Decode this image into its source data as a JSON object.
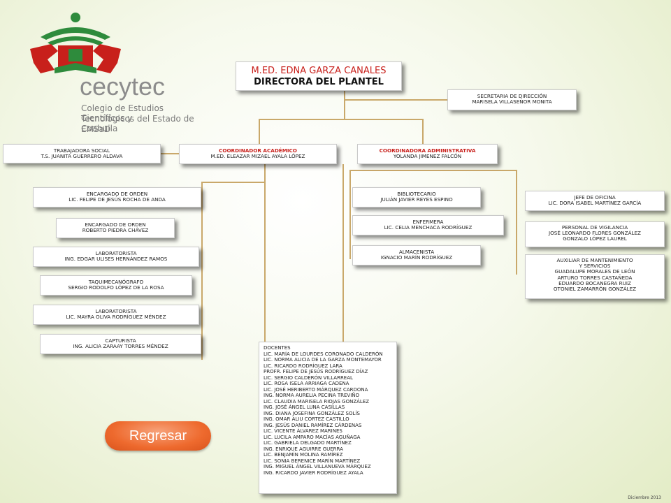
{
  "logo": {
    "brand": "cecytec",
    "line1": "Colegio de Estudios Científicos y",
    "line2": "Tecnológicos del Estado de Coahuila",
    "line3": "EMSaD",
    "colors": {
      "green": "#2e8b3c",
      "red": "#c8201b"
    }
  },
  "director": {
    "name": "M.ED. EDNA GARZA CANALES",
    "role": "DIRECTORA DEL PLANTEL"
  },
  "secretaria": {
    "title": "SECRETARIA DE DIRECCIÓN",
    "name": "MARISELA VILLASEÑOR MONITA"
  },
  "trabajadora": {
    "title": "TRABAJADORA SOCIAL",
    "name": "T.S. JUANITA GUERRERO ALDAVA"
  },
  "coord_academico": {
    "title": "COORDINADOR ACADÉMICO",
    "name": "M.ED. ELEAZAR MIZAEL AYALA LÓPEZ"
  },
  "coord_admin": {
    "title": "COORDINADORA ADMINISTRATIVA",
    "name": "YOLANDA JIMENEZ FALCÓN"
  },
  "left_boxes": [
    {
      "title": "ENCARGADO DE ORDEN",
      "name": "LIC. FELIPE DE JESÚS ROCHA DE ANDA"
    },
    {
      "title": "ENCARGADO DE ORDEN",
      "name": "ROBERTO PIEDRA CHÁVEZ"
    },
    {
      "title": "LABORATORISTA",
      "name": "ING. EDGAR ULISES HERNÁNDEZ RAMOS"
    },
    {
      "title": "TAQUIMECANÓGRAFO",
      "name": "SERGIO RODOLFO LÓPEZ DE LA ROSA"
    },
    {
      "title": "LABORATORISTA",
      "name": "LIC. MAYRA OLIVA RODRÍGUEZ MÉNDEZ"
    },
    {
      "title": "CAPTURISTA",
      "name": "ING. ALICIA ZARAAY TORRES MÉNDEZ"
    }
  ],
  "mid_boxes": [
    {
      "title": "BIBLIOTECARIO",
      "name": "JULIÁN JAVIER REYES ESPINO"
    },
    {
      "title": "ENFERMERA",
      "name": "LIC. CELIA MENCHACA RODRÍGUEZ"
    },
    {
      "title": "ALMACENISTA",
      "name": "IGNACIO MARÍN RODRÍGUEZ"
    }
  ],
  "jefe": {
    "title": "JEFE DE OFICINA",
    "name": "LIC. DORA ISABEL MARTÍNEZ GARCÍA"
  },
  "vigilancia": {
    "title": "PERSONAL DE VIGILANCIA",
    "names": [
      "JOSÉ LEONARDO FLORES GONZÁLEZ",
      "GONZALO LÓPEZ LAUREL"
    ]
  },
  "auxiliar": {
    "title": "AUXILIAR DE MANTENIMIENTO",
    "subtitle": "Y SERVICIOS",
    "names": [
      "GUADALUPE MORALES DE LEÓN",
      "ARTURO TORRES CASTAÑEDA",
      "EDUARDO BOCANEGRA RUIZ",
      "OTONIEL ZAMARRÓN GONZÁLEZ"
    ]
  },
  "docentes": {
    "title": "DOCENTES",
    "names": [
      "LIC. MARÍA DE LOURDES CORONADO CALDERÓN",
      "LIC. NORMA ALICIA DE LA GARZA MONTEMAYOR",
      "LIC. RICARDO RODRÍGUEZ LARA",
      "PROFR. FELIPE DE JESÚS RODRÍGUEZ DÍAZ",
      "LIC. SERGIO CALDERÓN VILLARREAL",
      "LIC. ROSA ISELA ARRIAGA CADENA",
      "LIC. JOSÉ HERIBERTO MÁRQUEZ CARDONA",
      "ING. NORMA AURELIA PECINA TREVIÑO",
      "LIC. CLAUDIA MARISELA RIOJAS GONZÁLEZ",
      "ING. JOSÉ ÁNGEL LUNA CASILLAS",
      "ING. DIANA JOSEFINA GONZÁLEZ SOLÍS",
      "ING. OMAR ALIU CORTEZ CASTILLO",
      "ING. JESÚS DANIEL RAMÍREZ CÁRDENAS",
      "LIC. VICENTE ÁLVAREZ MARINES",
      "LIC. LUCILA AMPARO MACÍAS AGUÑAGA",
      "LIC. GABRIELA DELGADO MARTÍNEZ",
      "ING. ENRIQUE AGUIRRE GUERRA",
      "LIC. BENJAMÍN MOLINA RAMÍREZ",
      "LIC. SONIA BERENICE MARÍN MARTÍNEZ",
      "ING. MIGUEL ÁNGEL VILLANUEVA MÁRQUEZ",
      "ING. RICARDO JAVIER RODRÍGUEZ AYALA"
    ]
  },
  "regresar": "Regresar",
  "footer": "Diciembre 2013",
  "line_color": "#c9a86a"
}
